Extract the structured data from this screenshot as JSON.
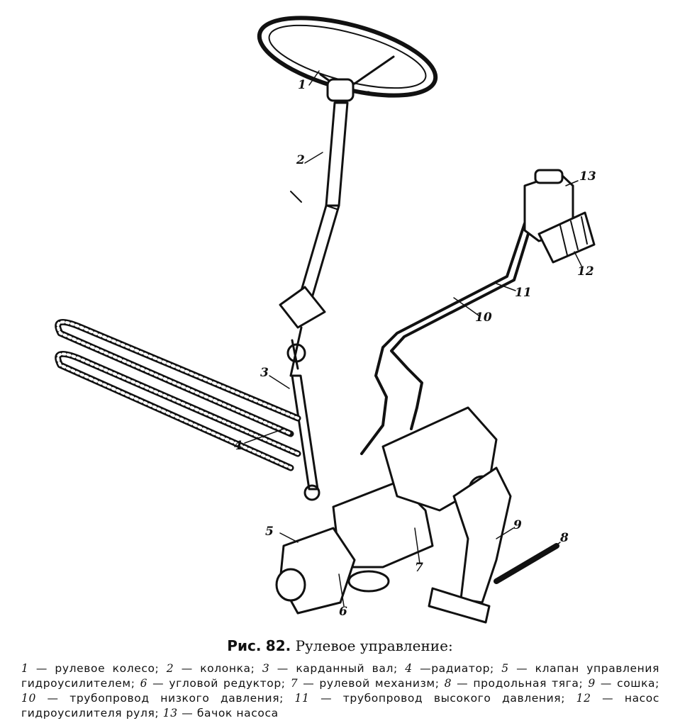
{
  "callouts": [
    "1",
    "2",
    "3",
    "4",
    "5",
    "6",
    "7",
    "8",
    "9",
    "10",
    "11",
    "12",
    "13"
  ],
  "caption": {
    "prefix": "Рис.",
    "number": "82.",
    "title": "Рулевое управление:"
  },
  "legend": [
    {
      "num": "1",
      "text": " — рулевое колесо; "
    },
    {
      "num": "2",
      "text": " — колонка; "
    },
    {
      "num": "3",
      "text": " — карданный вал; "
    },
    {
      "num": "4",
      "text": " —радиатор; "
    },
    {
      "num": "5",
      "text": " — клапан управления гидроусилителем; "
    },
    {
      "num": "6",
      "text": " — угловой редуктор; "
    },
    {
      "num": "7",
      "text": " — рулевой механизм; "
    },
    {
      "num": "8",
      "text": " — продольная тяга; "
    },
    {
      "num": "9",
      "text": " — сошка; "
    },
    {
      "num": "10",
      "text": " — трубопровод низкого давления; "
    },
    {
      "num": "11",
      "text": " — трубопровод высокого давления; "
    },
    {
      "num": "12",
      "text": " — насос гидроусилителя руля; "
    },
    {
      "num": "13",
      "text": " — бачок насоса"
    }
  ]
}
